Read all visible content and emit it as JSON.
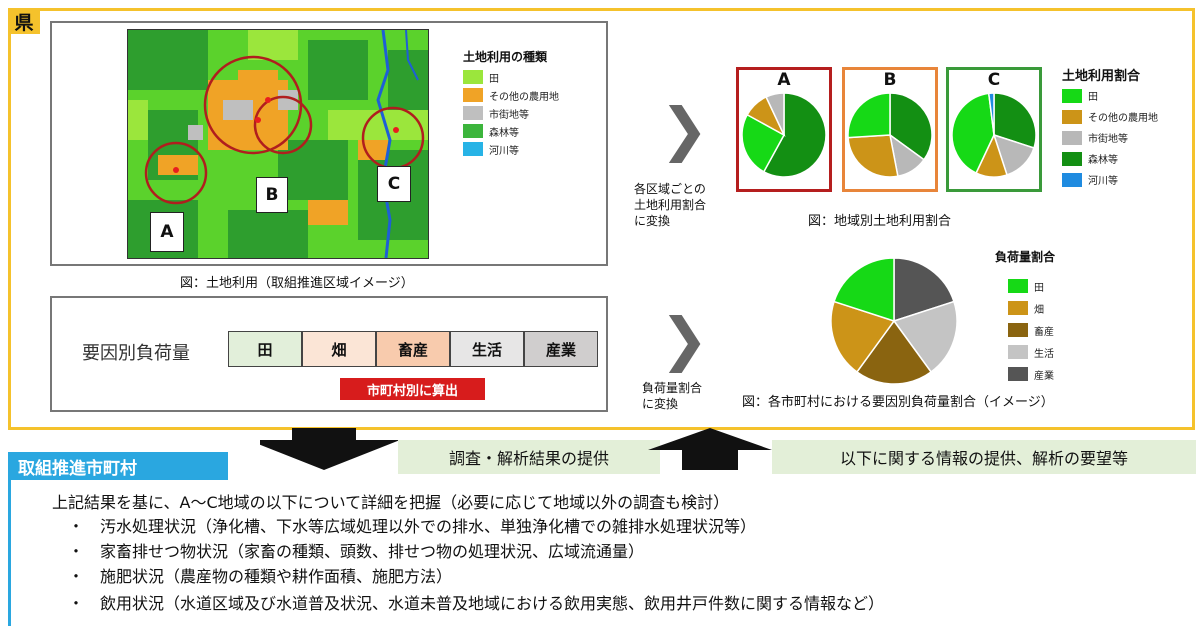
{
  "prefecture": {
    "tag": "県"
  },
  "map": {
    "caption": "図：土地利用（取組推進区域イメージ）",
    "legend_title": "土地利用の種類",
    "legend": [
      {
        "label": "田",
        "color": "#9be63c"
      },
      {
        "label": "その他の農用地",
        "color": "#f0a326"
      },
      {
        "label": "市街地等",
        "color": "#bfbfbf"
      },
      {
        "label": "森林等",
        "color": "#3cb53c"
      },
      {
        "label": "河川等",
        "color": "#27b3e6"
      }
    ],
    "areas": [
      {
        "label": "A"
      },
      {
        "label": "B"
      },
      {
        "label": "C"
      }
    ],
    "colors": {
      "paddy": "#9be63c",
      "forest": "#2e9e2e",
      "other_farm": "#f0a326",
      "urban": "#bfbfbf",
      "river": "#1e5fd6",
      "circle": "#b01e1e"
    }
  },
  "convert1": {
    "text_lines": [
      "各区域ごとの",
      "土地利用割合",
      "に変換"
    ]
  },
  "ratio_chart": {
    "legend_title": "土地利用割合",
    "caption": "図：地域別土地利用割合",
    "legend": [
      {
        "label": "田",
        "color": "#16d916"
      },
      {
        "label": "その他の農用地",
        "color": "#cc9418"
      },
      {
        "label": "市街地等",
        "color": "#b8b8b8"
      },
      {
        "label": "森林等",
        "color": "#138f13"
      },
      {
        "label": "河川等",
        "color": "#1f8be0"
      }
    ],
    "boxes": [
      {
        "label": "A",
        "border": "#b51e1e"
      },
      {
        "label": "B",
        "border": "#e8853a"
      },
      {
        "label": "C",
        "border": "#3a9a3a"
      }
    ]
  },
  "chart_data": [
    {
      "type": "pie",
      "title": "A",
      "categories": [
        "森林等",
        "田",
        "その他の農用地",
        "市街地等"
      ],
      "values": [
        58,
        25,
        10,
        7
      ]
    },
    {
      "type": "pie",
      "title": "B",
      "categories": [
        "森林等",
        "市街地等",
        "その他の農用地",
        "田"
      ],
      "values": [
        35,
        12,
        27,
        26
      ]
    },
    {
      "type": "pie",
      "title": "C",
      "categories": [
        "森林等",
        "市街地等",
        "その他の農用地",
        "田",
        "河川等"
      ],
      "values": [
        30,
        15,
        12,
        41,
        2
      ]
    },
    {
      "type": "pie",
      "title": "負荷量割合",
      "categories": [
        "産業",
        "生活",
        "畜産",
        "畑",
        "田"
      ],
      "values": [
        20,
        20,
        20,
        20,
        20
      ]
    }
  ],
  "load": {
    "label": "要因別負荷量",
    "cells": [
      {
        "label": "田",
        "color": "#e2efda"
      },
      {
        "label": "畑",
        "color": "#fbe5d6"
      },
      {
        "label": "畜産",
        "color": "#f8cbad"
      },
      {
        "label": "生活",
        "color": "#e7e6e6"
      },
      {
        "label": "産業",
        "color": "#d0cece"
      }
    ],
    "badge": "市町村別に算出"
  },
  "convert2": {
    "text_lines": [
      "負荷量割合",
      "に変換"
    ]
  },
  "load_chart": {
    "legend_title": "負荷量割合",
    "caption": "図：各市町村における要因別負荷量割合（イメージ）",
    "legend": [
      {
        "label": "田",
        "color": "#16d916"
      },
      {
        "label": "畑",
        "color": "#cc9418"
      },
      {
        "label": "畜産",
        "color": "#8a6410"
      },
      {
        "label": "生活",
        "color": "#c4c4c4"
      },
      {
        "label": "産業",
        "color": "#555555"
      }
    ]
  },
  "flow": {
    "down_label": "調査・解析結果の提供",
    "up_label": "以下に関する情報の提供、解析の要望等"
  },
  "municipality": {
    "tag": "取組推進市町村",
    "intro": "上記結果を基に、A～C地域の以下について詳細を把握（必要に応じて地域以外の調査も検討）",
    "items": [
      "・　汚水処理状況（浄化槽、下水等広域処理以外での排水、単独浄化槽での雑排水処理状況等）",
      "・　家畜排せつ物状況（家畜の種類、頭数、排せつ物の処理状況、広域流通量）",
      "・　施肥状況（農産物の種類や耕作面積、施肥方法）",
      "・　飲用状況（水道区域及び水道普及状況、水道未普及地域における飲用実態、飲用井戸件数に関する情報など）"
    ]
  }
}
